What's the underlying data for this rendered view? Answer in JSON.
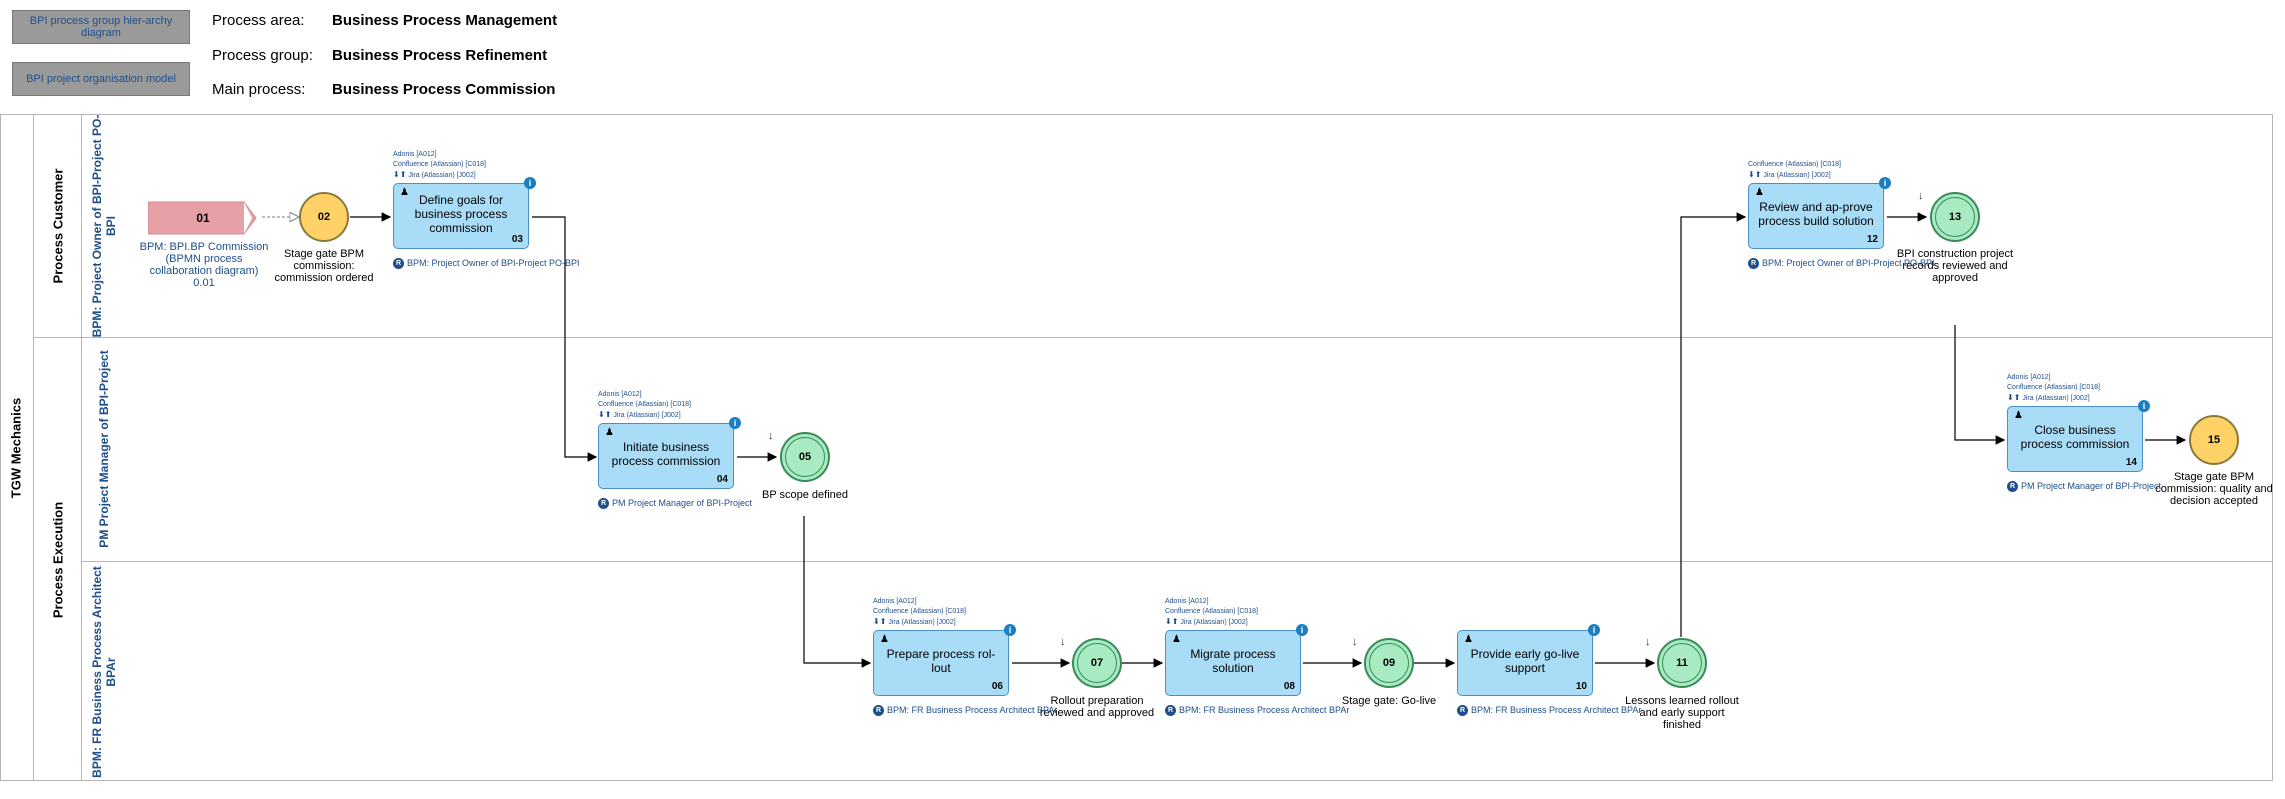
{
  "nav": {
    "btn_hierarchy": "BPI process group hier-archy diagram",
    "btn_orgmodel": "BPI project organisation model"
  },
  "header": {
    "process_area_label": "Process area:",
    "process_area_value": "Business Process Management",
    "process_group_label": "Process group:",
    "process_group_value": "Business Process Refinement",
    "main_process_label": "Main process:",
    "main_process_value": "Business Process Commission"
  },
  "pool": {
    "title": "TGW Mechanics",
    "lanes": [
      {
        "title": "Process Customer",
        "roles": [
          "BPM: Project Owner of BPI-Project PO-",
          "BPI"
        ]
      },
      {
        "title": "Process Execution",
        "roles_execution": [
          [
            "PM Project Manager of BPI-Project"
          ],
          [
            "BPM: FR Business Process Architect",
            "BPAr"
          ]
        ]
      }
    ]
  },
  "tools": {
    "adonis": "Adonis [A012]",
    "confluence": "Confluence (Atlassian) [C018]",
    "jira": "Jira (Atlassian) [J002]"
  },
  "start": {
    "num": "01",
    "label": "BPM: BPI.BP Commission (BPMN process collaboration diagram) 0.01"
  },
  "events": [
    {
      "num": "02",
      "kind": "gate",
      "label": "Stage gate BPM commission: commission ordered"
    },
    {
      "num": "05",
      "kind": "milestone",
      "label": "BP scope defined"
    },
    {
      "num": "07",
      "kind": "milestone",
      "label": "Rollout preparation reviewed and approved"
    },
    {
      "num": "09",
      "kind": "milestone",
      "label": "Stage gate: Go-live"
    },
    {
      "num": "11",
      "kind": "milestone",
      "label": "Lessons learned rollout and early support finished"
    },
    {
      "num": "13",
      "kind": "milestone",
      "label": "BPI construction project records reviewed and approved"
    },
    {
      "num": "15",
      "kind": "gate",
      "label": "Stage gate BPM commission: quality and decision accepted"
    }
  ],
  "tasks": [
    {
      "num": "03",
      "label": "Define goals for business process commission",
      "role": "BPM: Project Owner of BPI-Project PO-BPI"
    },
    {
      "num": "04",
      "label": "Initiate business process commission",
      "role": "PM Project Manager of BPI-Project"
    },
    {
      "num": "06",
      "label": "Prepare process rol-lout",
      "role": "BPM: FR Business Process Architect BPAr"
    },
    {
      "num": "08",
      "label": "Migrate process solution",
      "role": "BPM: FR Business Process Architect BPAr"
    },
    {
      "num": "10",
      "label": "Provide early go-live support",
      "role": "BPM: FR Business Process Architect BPAr"
    },
    {
      "num": "12",
      "label": "Review and ap-prove process build solution",
      "role": "BPM: Project Owner of BPI-Project PO-BPI"
    },
    {
      "num": "14",
      "label": "Close business process commission",
      "role": "PM Project Manager of BPI-Project"
    }
  ],
  "badges": {
    "role": "R",
    "info": "i",
    "person": "person-icon",
    "down": "↓",
    "updown": "⬇⬆"
  }
}
